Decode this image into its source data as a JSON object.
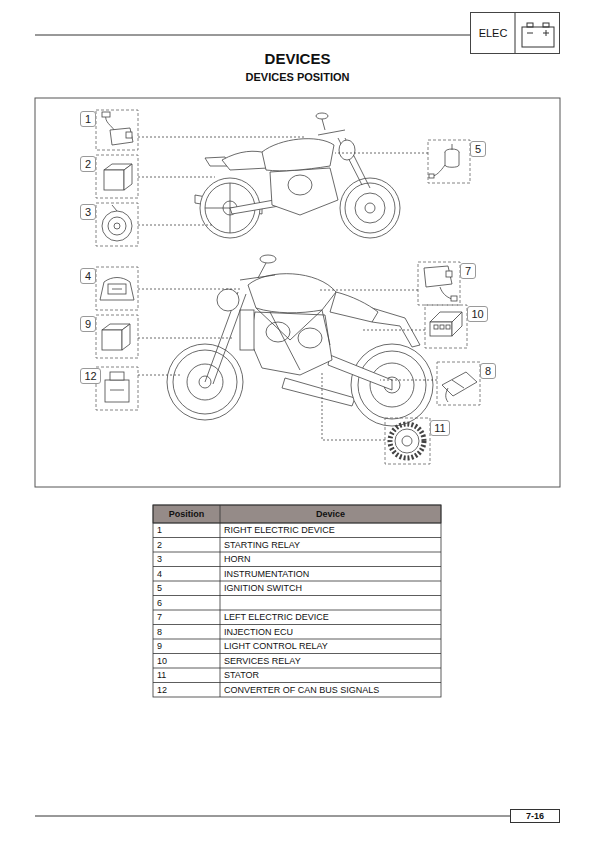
{
  "diagram": {
    "title": "DEVICES",
    "nodes": [
      {
        "text": [
          "ELEC"
        ]
      },
      {
        "text": [
          "1"
        ]
      },
      {
        "text": [
          "5"
        ]
      },
      {
        "text": [
          "2"
        ]
      },
      {
        "text": [
          "3"
        ]
      },
      {
        "text": [
          "7"
        ]
      },
      {
        "text": [
          "4"
        ]
      },
      {
        "text": [
          "10"
        ]
      },
      {
        "text": [
          "9"
        ]
      },
      {
        "text": [
          "8"
        ]
      },
      {
        "text": [
          "12"
        ]
      },
      {
        "text": [
          "11"
        ]
      },
      {
        "text": [
          "7-16"
        ]
      }
    ],
    "labels": [
      "DEVICES POSITION",
      "Position",
      "Device",
      "1",
      "RIGHT ELECTRIC DEVICE",
      "2",
      "STARTING RELAY",
      "3",
      "HORN",
      "4",
      "INSTRUMENTATION",
      "5",
      "IGNITION SWITCH",
      "6",
      "7",
      "LEFT ELECTRIC DEVICE",
      "8",
      "INJECTION ECU",
      "9",
      "LIGHT CONTROL RELAY",
      "10",
      "SERVICES RELAY",
      "11",
      "STATOR",
      "12",
      "CONVERTER OF CAN BUS SIGNALS"
    ]
  }
}
